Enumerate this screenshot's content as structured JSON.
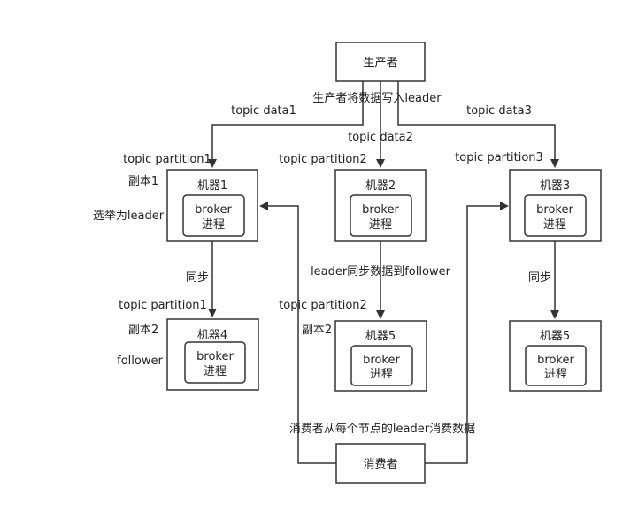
{
  "producer": "生产者",
  "consumer": "消费者",
  "producer_write_label": "生产者将数据写入leader",
  "consumer_read_label": "消费者从每个节点的leader消费数据",
  "sync_label": "同步",
  "leader_sync_label": "leader同步数据到follower",
  "topic_data": [
    "topic data1",
    "topic data2",
    "topic data3"
  ],
  "machines": [
    {
      "name": "机器1",
      "broker": "broker",
      "process": "进程",
      "partition": "topic partition1"
    },
    {
      "name": "机器2",
      "broker": "broker",
      "process": "进程",
      "partition": "topic partition2"
    },
    {
      "name": "机器3",
      "broker": "broker",
      "process": "进程",
      "partition": "topic partition3"
    },
    {
      "name": "机器4",
      "broker": "broker",
      "process": "进程",
      "partition": "topic partition1"
    },
    {
      "name": "机器5",
      "broker": "broker",
      "process": "进程",
      "partition": "topic partition2"
    },
    {
      "name": "机器5",
      "broker": "broker",
      "process": "进程",
      "partition": ""
    }
  ],
  "side_labels": {
    "replica1": "副本1",
    "elect_leader": "选举为leader",
    "replica2_left": "副本2",
    "follower": "follower",
    "replica2_mid": "副本2"
  }
}
